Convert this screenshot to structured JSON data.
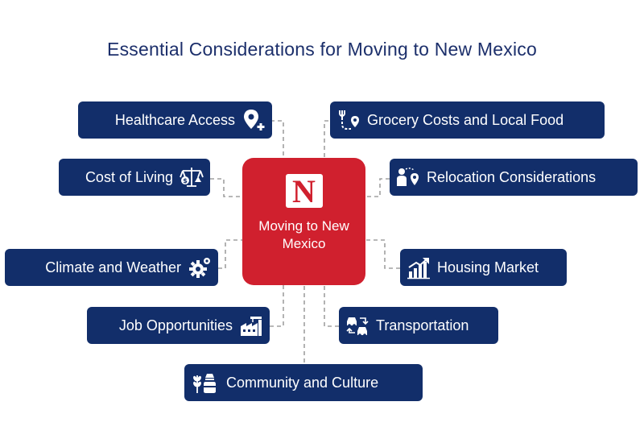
{
  "title": "Essential Considerations for Moving to New Mexico",
  "hub": {
    "logo": "N",
    "label": "Moving to New Mexico"
  },
  "nodes": {
    "healthcare": {
      "label": "Healthcare Access",
      "icon": "medical-location-icon"
    },
    "cost_of_living": {
      "label": "Cost of Living",
      "icon": "balance-dollar-icon"
    },
    "climate": {
      "label": "Climate and Weather",
      "icon": "weather-gear-icon"
    },
    "jobs": {
      "label": "Job Opportunities",
      "icon": "industry-crane-icon"
    },
    "community": {
      "label": "Community and Culture",
      "icon": "wheat-pot-icon"
    },
    "grocery": {
      "label": "Grocery Costs and Local Food",
      "icon": "fork-route-icon"
    },
    "relocation": {
      "label": "Relocation Considerations",
      "icon": "person-route-icon"
    },
    "housing": {
      "label": "Housing Market",
      "icon": "house-growth-icon"
    },
    "transportation": {
      "label": "Transportation",
      "icon": "cars-exchange-icon"
    }
  },
  "colors": {
    "node": "#122e6a",
    "hub": "#d0202e",
    "title": "#1c2f6b",
    "connector": "#a0a0a0"
  }
}
